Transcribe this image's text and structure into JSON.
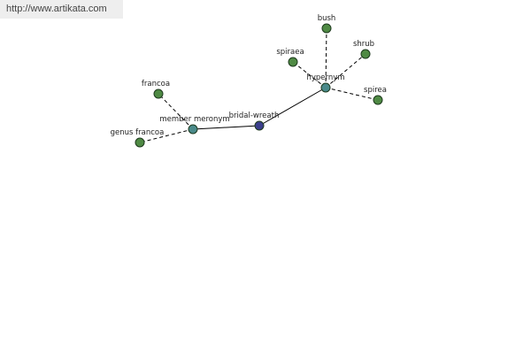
{
  "site_url": "http://www.artikata.com",
  "colors": {
    "root_node": "#3b3e8c",
    "relation_node": "#4a8a8a",
    "leaf_node": "#4f8a44"
  },
  "nodes": {
    "bridal_wreath": "bridal-wreath",
    "member_meronym": "member meronym",
    "hypernym": "hypernym",
    "francoa": "francoa",
    "genus_francoa": "genus francoa",
    "bush": "bush",
    "spiraea": "spiraea",
    "shrub": "shrub",
    "spirea": "spirea"
  }
}
